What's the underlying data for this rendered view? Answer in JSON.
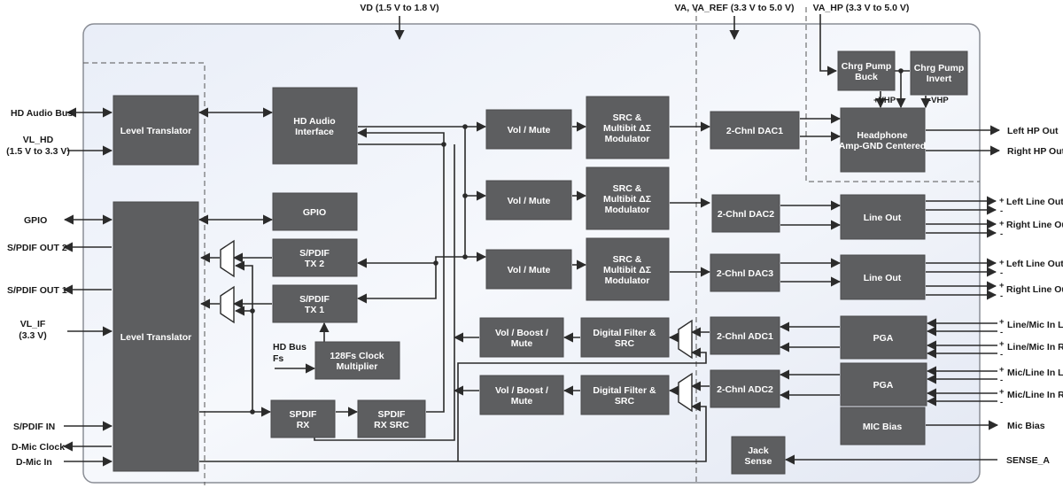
{
  "supplies": {
    "vd": "VD (1.5 V to 1.8 V)",
    "va": "VA, VA_REF (3.3 V to 5.0 V)",
    "va_hp": "VA_HP (3.3 V to 5.0 V)",
    "vhp_pos": "+VHP",
    "vhp_neg": "-VHP"
  },
  "left_pins": {
    "hd_audio_bus": "HD Audio Bus",
    "vl_hd_1": "VL_HD",
    "vl_hd_2": "(1.5 V to 3.3 V)",
    "gpio": "GPIO",
    "spdif_out2": "S/PDIF OUT 2",
    "spdif_out1": "S/PDIF OUT 1",
    "vl_if_1": "VL_IF",
    "vl_if_2": "(3.3 V)",
    "spdif_in": "S/PDIF IN",
    "dmic_clock": "D-Mic Clock",
    "dmic_in": "D-Mic In"
  },
  "right_pins": {
    "left_hp_out": "Left HP Out",
    "right_hp_out": "Right HP Out",
    "left_line_out_a": "Left Line Out",
    "right_line_out_a": "Right Line Out",
    "left_line_out_b": "Left Line Out",
    "right_line_out_b": "Right Line Out",
    "line_mic_in_l": "Line/Mic In L",
    "line_mic_in_r": "Line/Mic In R",
    "mic_line_in_l": "Mic/Line In L",
    "mic_line_in_r": "Mic/Line In R",
    "mic_bias": "Mic Bias",
    "sense_a": "SENSE_A",
    "plus": "+",
    "minus": "-"
  },
  "inner_labels": {
    "hd_bus_1": "HD Bus",
    "hd_bus_2": "Fs"
  },
  "blocks": {
    "level_translator_top": [
      "Level Translator"
    ],
    "level_translator_main": [
      "Level Translator"
    ],
    "hd_audio_interface": [
      "HD Audio",
      "Interface"
    ],
    "gpio": [
      "GPIO"
    ],
    "spdif_tx2": [
      "S/PDIF",
      "TX 2"
    ],
    "spdif_tx1": [
      "S/PDIF",
      "TX 1"
    ],
    "clock_multiplier": [
      "128Fs Clock",
      "Multiplier"
    ],
    "spdif_rx": [
      "SPDIF",
      "RX"
    ],
    "spdif_rx_src": [
      "SPDIF",
      "RX SRC"
    ],
    "vol_mute_1": [
      "Vol / Mute"
    ],
    "vol_mute_2": [
      "Vol / Mute"
    ],
    "vol_mute_3": [
      "Vol / Mute"
    ],
    "src_mod_1": [
      "SRC &",
      "Multibit ΔΣ",
      "Modulator"
    ],
    "src_mod_2": [
      "SRC &",
      "Multibit ΔΣ",
      "Modulator"
    ],
    "src_mod_3": [
      "SRC &",
      "Multibit ΔΣ",
      "Modulator"
    ],
    "vol_boost_1": [
      "Vol / Boost /",
      "Mute"
    ],
    "vol_boost_2": [
      "Vol / Boost /",
      "Mute"
    ],
    "dig_filter_1": [
      "Digital Filter &",
      "SRC"
    ],
    "dig_filter_2": [
      "Digital Filter &",
      "SRC"
    ],
    "dac1": [
      "2-Chnl DAC1"
    ],
    "dac2": [
      "2-Chnl DAC2"
    ],
    "dac3": [
      "2-Chnl DAC3"
    ],
    "adc1": [
      "2-Chnl ADC1"
    ],
    "adc2": [
      "2-Chnl ADC2"
    ],
    "jack_sense": [
      "Jack",
      "Sense"
    ],
    "chrg_pump_buck": [
      "Chrg Pump",
      "Buck"
    ],
    "chrg_pump_invert": [
      "Chrg Pump",
      "Invert"
    ],
    "headphone_amp": [
      "Headphone",
      "Amp-GND Centered"
    ],
    "line_out_1": [
      "Line Out"
    ],
    "line_out_2": [
      "Line Out"
    ],
    "pga_1": [
      "PGA"
    ],
    "pga_2": [
      "PGA"
    ],
    "mic_bias": [
      "MIC Bias"
    ]
  }
}
